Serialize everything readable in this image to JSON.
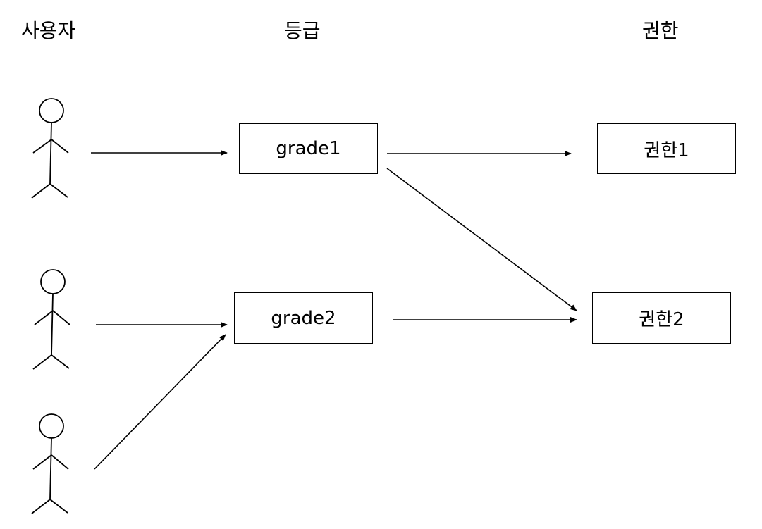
{
  "headers": {
    "users": "사용자",
    "grades": "등급",
    "permissions": "권한"
  },
  "grades": [
    {
      "label": "grade1"
    },
    {
      "label": "grade2"
    }
  ],
  "permissions": [
    {
      "label": "권한1"
    },
    {
      "label": "권한2"
    }
  ],
  "users_count": 3,
  "connections": [
    {
      "from": "user-1",
      "to": "grade1"
    },
    {
      "from": "user-2",
      "to": "grade2"
    },
    {
      "from": "user-3",
      "to": "grade2"
    },
    {
      "from": "grade1",
      "to": "권한1"
    },
    {
      "from": "grade1",
      "to": "권한2"
    },
    {
      "from": "grade2",
      "to": "권한2"
    }
  ]
}
